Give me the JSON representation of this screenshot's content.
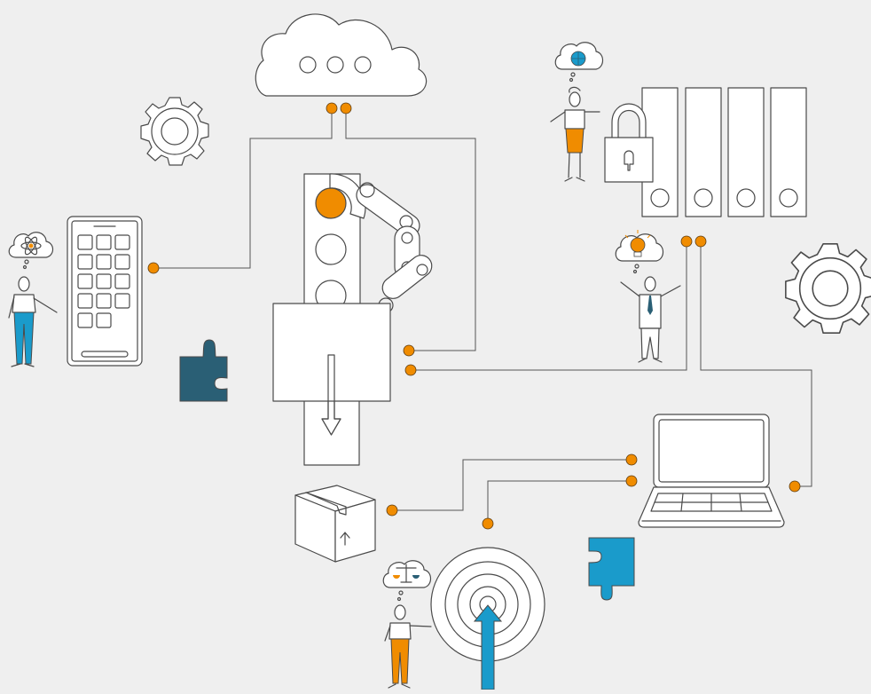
{
  "colors": {
    "background": "#efefef",
    "outline": "#4a4a4a",
    "wire": "#555555",
    "white": "#ffffff",
    "orange": "#f08c00",
    "teal": "#2a5f75",
    "blue": "#1a9bcb"
  },
  "icons": [
    "cloud-icon",
    "gear-icon",
    "smartphone-icon",
    "robot-arm-icon",
    "puzzle-piece-icon",
    "package-box-icon",
    "target-icon",
    "laptop-icon",
    "padlock-icon",
    "file-binders-icon",
    "lightbulb-icon",
    "globe-icon",
    "atom-icon",
    "scales-icon"
  ],
  "people": [
    {
      "role": "person-thinking-atom",
      "thought": "atom-icon"
    },
    {
      "role": "person-thinking-globe",
      "thought": "globe-icon"
    },
    {
      "role": "person-thinking-idea",
      "thought": "lightbulb-icon"
    },
    {
      "role": "person-thinking-balance",
      "thought": "scales-icon"
    }
  ],
  "robot": {
    "signal_light_active": "top",
    "output_direction": "down"
  },
  "target": {
    "arrow_direction": "up"
  }
}
